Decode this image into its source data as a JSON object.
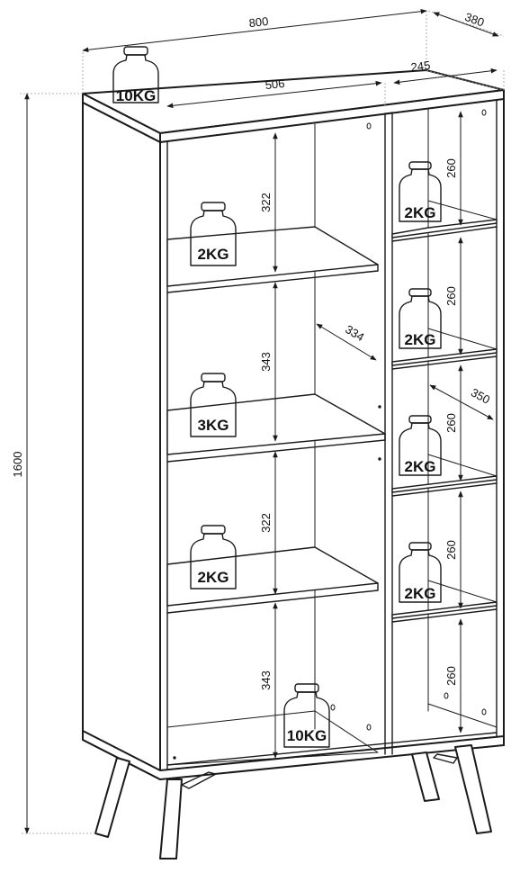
{
  "dimensions": {
    "width_total": "800",
    "depth_total": "380",
    "height_total": "1600",
    "left_inner_width": "506",
    "right_inner_width": "245",
    "left_shelf_depth": "334",
    "right_shelf_depth": "350",
    "left_heights": [
      "322",
      "343",
      "322",
      "343"
    ],
    "right_heights": [
      "260",
      "260",
      "260",
      "260",
      "260"
    ]
  },
  "weights": {
    "top": "10KG",
    "left": [
      "2KG",
      "3KG",
      "2KG",
      "10KG"
    ],
    "right": [
      "2KG",
      "2KG",
      "2KG",
      "2KG"
    ]
  }
}
